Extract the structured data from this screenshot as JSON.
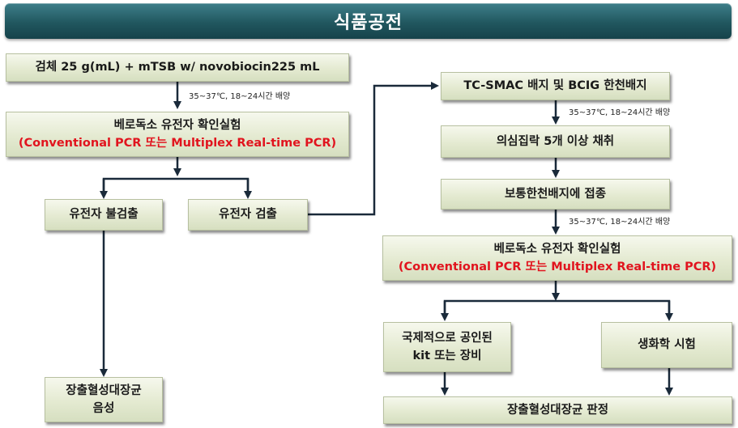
{
  "banner": {
    "title": "식품공전"
  },
  "left": {
    "specimen": "검체 25 g(mL) + mTSB w/ novobiocin225 mL",
    "culture_note_1": "35~37℃, 18~24시간 배양",
    "verotoxin_test": {
      "line1": "베로독소 유전자 확인실험",
      "line2": "(Conventional PCR 또는 Multiplex Real-time PCR)"
    },
    "gene_not_detected": "유전자 불검출",
    "gene_detected": "유전자 검출",
    "negative": {
      "line1": "장출혈성대장균",
      "line2": "음성"
    }
  },
  "right": {
    "tc_smac": "TC-SMAC 배지 및 BCIG 한천배지",
    "culture_note_2": "35~37℃, 18~24시간 배양",
    "suspect_colony": "의심집락 5개 이상 채취",
    "inoculate": "보통한천배지에 접종",
    "culture_note_3": "35~37℃, 18~24시간 배양",
    "verotoxin_test": {
      "line1": "베로독소 유전자 확인실험",
      "line2": "(Conventional PCR 또는 Multiplex Real-time PCR)"
    },
    "intl_kit": {
      "line1": "국제적으로 공인된",
      "line2": "kit 또는 장비"
    },
    "biochem": "생화학 시험",
    "judgement": "장출혈성대장균 판정"
  }
}
